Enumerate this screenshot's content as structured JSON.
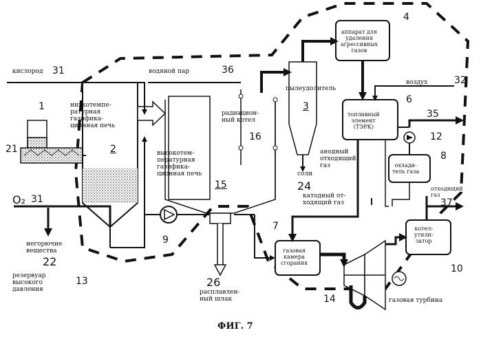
{
  "figure": {
    "caption": "ФИГ. 7"
  },
  "labels": {
    "oxygen_top": "кислород",
    "oxygen_top_num": "31",
    "steam": "водяной пар",
    "steam_num": "36",
    "low_temp_furnace": "низкотемпе-\nратурная\nгазифика-\nционная печь",
    "low_temp_num": "2",
    "high_temp_furnace": "высокотем-\nпературная\nгазифика-\nционная печь",
    "high_temp_num": "15",
    "radiation_boiler": "радиацион-\nный котел",
    "radiation_num": "16",
    "dust_remover": "пылеудолитель",
    "dust_num": "3",
    "acid_gas_remover": "аппарат для\nудаления\nагрессивных\nгазов",
    "acid_num": "4",
    "air": "воздух",
    "air_num": "32",
    "fuel_cell": "топливный\nэлемент\n(ТЭРК)",
    "fuel_cell_num": "6",
    "out35": "35",
    "pump_num": "12",
    "gas_cooler": "охлади-\nтель газа",
    "cooler_num": "8",
    "anode_offgas": "анодный\nотходящий\nгаз",
    "cathode_offgas": "катодный от-\nходящий газ",
    "exhaust_gas": "отходящий\nгаз",
    "exhaust_num": "37",
    "salts": "соли",
    "salts_num": "24",
    "o2_label": "O₂",
    "o2_num": "31",
    "noncombustibles": "негорючие\nвещества",
    "noncomb_num": "22",
    "reservoir": "резервуар\nвысокого\nдавления",
    "reservoir_num": "13",
    "molten_slag": "расплавлен-\nный шлак",
    "slag_num": "26",
    "compressor_num": "9",
    "combustor": "газовая\nкамера\nсгорания",
    "combustor_num": "7",
    "gas_turbine": "газовая турбина",
    "turbine_num": "14",
    "boiler_util": "котел-\nутили-\nзатор",
    "boiler_num": "10",
    "hopper_num": "1",
    "hopper_num2": "21"
  }
}
